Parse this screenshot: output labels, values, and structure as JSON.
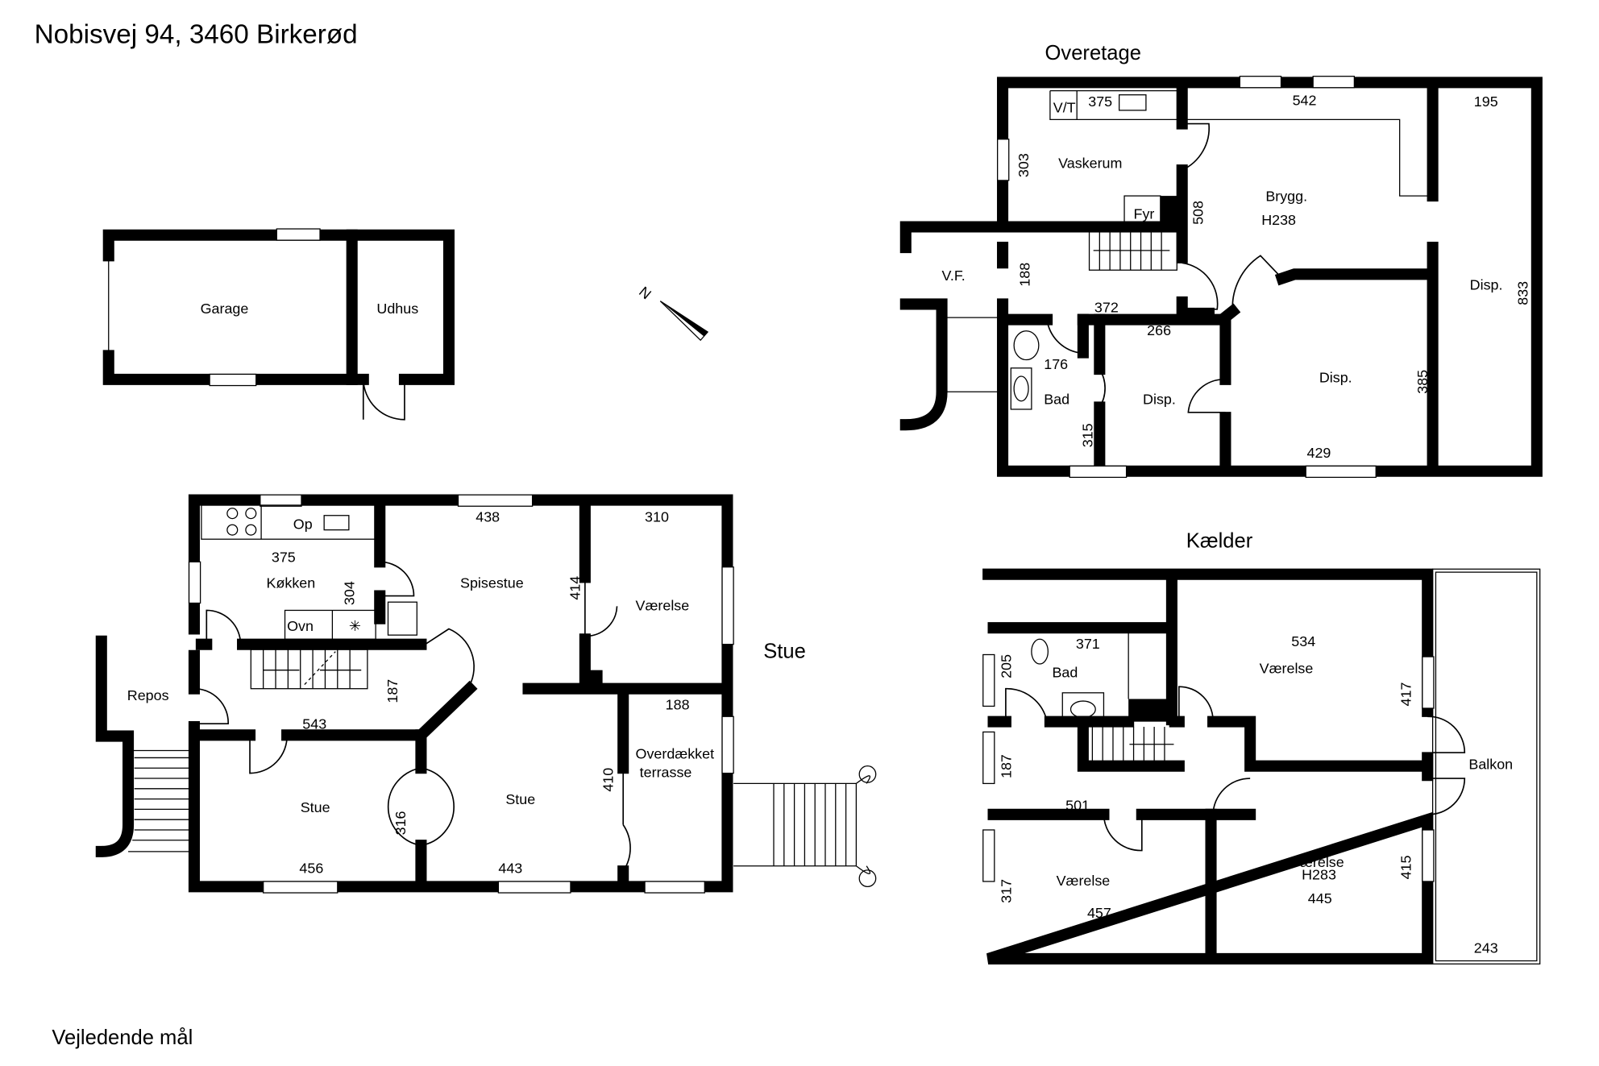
{
  "title": "Nobisvej 94, 3460 Birkerød",
  "footer": "Vejledende mål",
  "compass": {
    "label": "N",
    "icon": "north-arrow-icon"
  },
  "outbuilding": {
    "garage": "Garage",
    "udhus": "Udhus"
  },
  "stue": {
    "floor_label": "Stue",
    "rooms": {
      "koekken": "Køkken",
      "op": "Op",
      "ovn": "Ovn",
      "spisestue": "Spisestue",
      "vaerelse": "Værelse",
      "repos": "Repos",
      "stue_left": "Stue",
      "stue_center": "Stue",
      "terrasse_1": "Overdækket",
      "terrasse_2": "terrasse"
    },
    "dims": {
      "koekken_w": "375",
      "koekken_h": "304",
      "spisestue_w": "438",
      "spisestue_h": "414",
      "vaerelse_w": "310",
      "hall_w": "543",
      "hall_h": "187",
      "terrasse_w": "188",
      "terrasse_h": "410",
      "stue_left_h": "316",
      "stue_left_w": "456",
      "stue_center_w": "443"
    }
  },
  "overetage": {
    "floor_label": "Overetage",
    "rooms": {
      "vt": "V/T",
      "vaskerum": "Vaskerum",
      "fyr": "Fyr",
      "brygg": "Brygg.",
      "brygg_h": "H238",
      "vf": "V.F.",
      "bad": "Bad",
      "disp_small": "Disp.",
      "disp_mid": "Disp.",
      "disp_right": "Disp."
    },
    "dims": {
      "vaskerum_w": "375",
      "vaskerum_h": "303",
      "brygg_w": "542",
      "disp_right_w": "195",
      "brygg_h": "508",
      "hall_h": "188",
      "hall_w": "372",
      "disp_small_w": "266",
      "bad_w": "176",
      "bad_h": "315",
      "disp_mid_h": "385",
      "disp_mid_w": "429",
      "total_h": "833"
    }
  },
  "kaelder": {
    "floor_label": "Kælder",
    "rooms": {
      "bad": "Bad",
      "vaerelse_top": "Værelse",
      "balkon": "Balkon",
      "vaerelse_left": "Værelse",
      "vaerelse_right": "Værelse",
      "vaerelse_right_h": "H283"
    },
    "dims": {
      "bad_w": "371",
      "bad_h": "205",
      "vaerelse_top_w": "534",
      "vaerelse_top_h": "417",
      "hall_h": "187",
      "hall_w": "501",
      "vaerelse_left_h": "317",
      "vaerelse_left_w": "457",
      "vaerelse_right_w": "445",
      "vaerelse_right_h2": "415",
      "balkon_w": "243"
    }
  }
}
